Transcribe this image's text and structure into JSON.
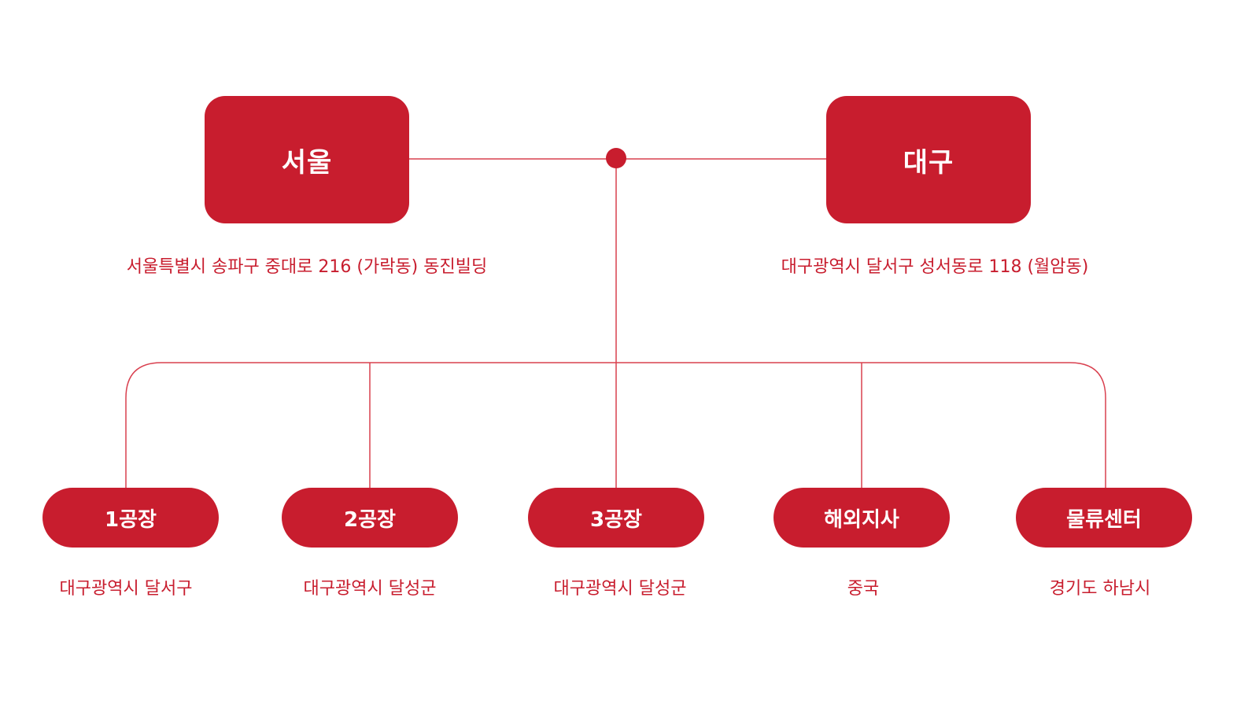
{
  "headquarters": [
    {
      "name": "서울",
      "address": "서울특별시 송파구 중대로 216 (가락동) 동진빌딩"
    },
    {
      "name": "대구",
      "address": "대구광역시 달서구 성서동로 118 (월암동)"
    }
  ],
  "branches": [
    {
      "name": "1공장",
      "location": "대구광역시 달서구"
    },
    {
      "name": "2공장",
      "location": "대구광역시 달성군"
    },
    {
      "name": "3공장",
      "location": "대구광역시 달성군"
    },
    {
      "name": "해외지사",
      "location": "중국"
    },
    {
      "name": "물류센터",
      "location": "경기도 하남시"
    }
  ],
  "colors": {
    "primary": "#c81d2e",
    "line": "#d9404f",
    "text_on_primary": "#ffffff"
  }
}
